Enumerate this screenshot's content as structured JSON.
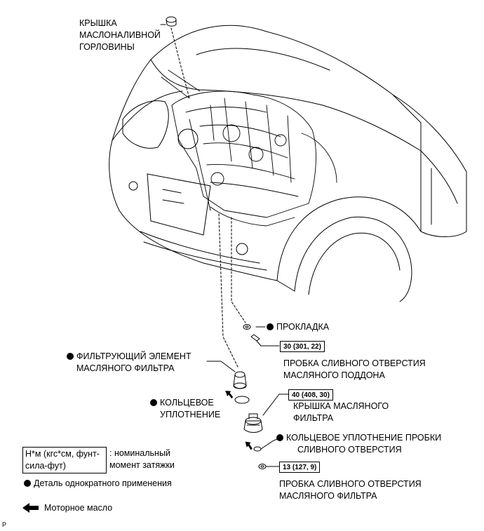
{
  "labels": {
    "oil_filler_cap": [
      "КРЫШКА",
      "МАСЛОНАЛИВНОЙ",
      "ГОРЛОВИНЫ"
    ],
    "gasket": "ПРОКЛАДКА",
    "filter_element": [
      "ФИЛЬТРУЮЩИЙ ЭЛЕМЕНТ",
      "МАСЛЯНОГО ФИЛЬТРА"
    ],
    "o_ring": [
      "КОЛЬЦЕВОЕ",
      "УПЛОТНЕНИЕ"
    ],
    "drain_plug_pan": [
      "ПРОБКА СЛИВНОГО ОТВЕРСТИЯ",
      "МАСЛЯНОГО ПОДДОНА"
    ],
    "filter_cap": [
      "КРЫШКА МАСЛЯНОГО",
      "ФИЛЬТРА"
    ],
    "drain_plug_o_ring": [
      "КОЛЬЦЕВОЕ УПЛОТНЕНИЕ ПРОБКИ",
      "СЛИВНОГО ОТВЕРСТИЯ"
    ],
    "drain_plug_filter": [
      "ПРОБКА СЛИВНОГО ОТВЕРСТИЯ",
      "МАСЛЯНОГО ФИЛЬТРА"
    ]
  },
  "torques": {
    "drain_plug_pan": "30 (301, 22)",
    "filter_cap": "40 (408, 30)",
    "drain_plug_filter": "13 (127, 9)"
  },
  "legend": {
    "torque_unit": "Н*м (кгс*см, фунт-сила-фут)",
    "torque_desc": [
      ": номинальный",
      "момент затяжки"
    ],
    "non_reusable": "Деталь однократного применения",
    "engine_oil": "Моторное масло"
  },
  "corner_mark": "P"
}
